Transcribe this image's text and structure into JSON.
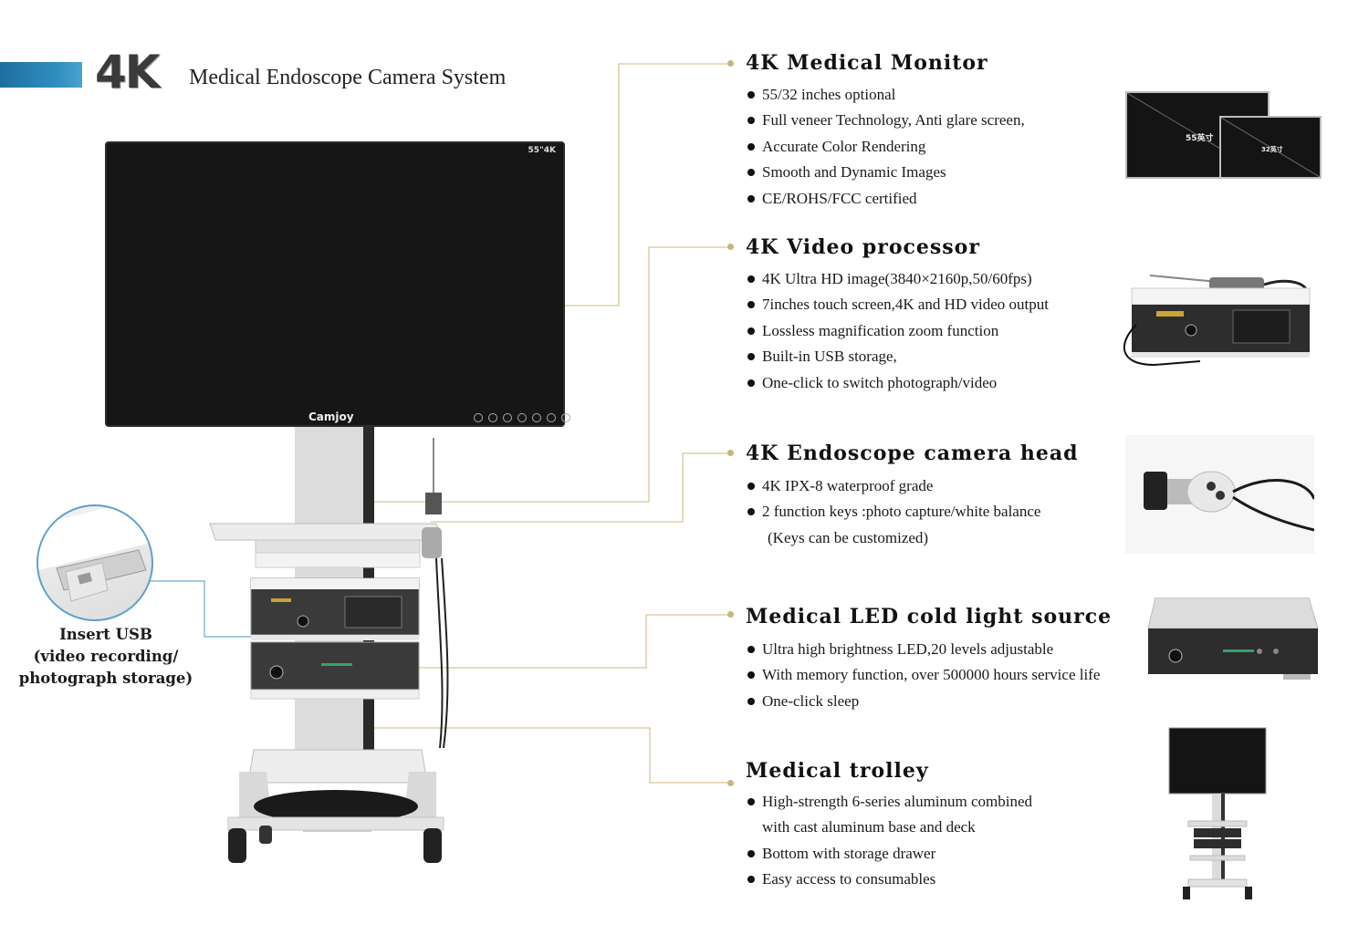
{
  "header": {
    "brand": "4K",
    "title": "Medical Endoscope Camera System"
  },
  "main_device": {
    "monitor_size_label": "55\"4K",
    "logo": "Camjoy",
    "monitor_button_icons": [
      "round-button-icon",
      "round-button-icon",
      "round-button-icon",
      "round-button-icon",
      "round-button-icon",
      "round-button-icon",
      "round-button-icon"
    ]
  },
  "usb_inset": {
    "caption_line1": "Insert USB",
    "caption_line2": "(video recording/",
    "caption_line3": "photograph storage)"
  },
  "sections": [
    {
      "title": "4K Medical Monitor",
      "features": [
        "55/32 inches optional",
        "Full veneer Technology, Anti glare screen,",
        "Accurate Color Rendering",
        "Smooth and Dynamic Images",
        "CE/ROHS/FCC certified"
      ],
      "thumb_labels": [
        "55英寸",
        "32英寸"
      ]
    },
    {
      "title": "4K Video processor",
      "features": [
        "4K Ultra HD image(3840×2160p,50/60fps)",
        "7inches touch screen,4K and HD video output",
        "Lossless magnification zoom function",
        "Built-in USB storage,",
        "One-click to switch photograph/video"
      ]
    },
    {
      "title": "4K Endoscope camera head",
      "features": [
        "4K IPX-8 waterproof grade",
        "2 function keys :photo capture/white balance",
        "(Keys can be customized)"
      ]
    },
    {
      "title": "Medical LED cold light source",
      "features": [
        "Ultra high brightness LED,20 levels adjustable",
        "With memory function, over 500000 hours service life",
        "One-click sleep"
      ]
    },
    {
      "title": "Medical trolley",
      "features": [
        "High-strength 6-series aluminum combined",
        "with cast aluminum base and deck",
        "Bottom with storage drawer",
        "Easy access to consumables"
      ]
    }
  ],
  "colors": {
    "accent_blue": "#2f8fc0",
    "callout_gold": "#c9b57a",
    "screen_black": "#161616"
  }
}
